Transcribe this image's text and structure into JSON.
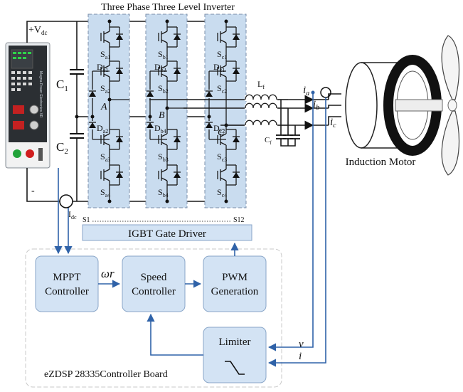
{
  "title": "Three Phase Three Level Inverter",
  "supply": {
    "plus_label": "+V",
    "plus_sub": "dc",
    "minus_label": "-",
    "panel_text": "Magna-Power Electronics XR"
  },
  "capacitors": [
    {
      "name": "C",
      "sub": "1"
    },
    {
      "name": "C",
      "sub": "2"
    }
  ],
  "current_sensor_dc": {
    "name": "I",
    "sub": "dc"
  },
  "legs": [
    {
      "phase": "A",
      "switches": [
        {
          "n": "S",
          "s": "a1"
        },
        {
          "n": "S",
          "s": "a2"
        },
        {
          "n": "S",
          "s": "a3"
        },
        {
          "n": "S",
          "s": "a4"
        }
      ],
      "diodes": [
        {
          "n": "D",
          "s": "a1"
        },
        {
          "n": "D",
          "s": "a2"
        }
      ]
    },
    {
      "phase": "B",
      "switches": [
        {
          "n": "S",
          "s": "b1"
        },
        {
          "n": "S",
          "s": "b2"
        },
        {
          "n": "S",
          "s": "b3"
        },
        {
          "n": "S",
          "s": "b4"
        }
      ],
      "diodes": [
        {
          "n": "D",
          "s": "b3"
        },
        {
          "n": "D",
          "s": "b4"
        }
      ]
    },
    {
      "phase": "C",
      "switches": [
        {
          "n": "S",
          "s": "c1"
        },
        {
          "n": "S",
          "s": "c2"
        },
        {
          "n": "S",
          "s": "c3"
        },
        {
          "n": "S",
          "s": "c4"
        }
      ],
      "diodes": [
        {
          "n": "D",
          "s": "c1"
        },
        {
          "n": "D",
          "s": "c2"
        }
      ]
    }
  ],
  "filter": {
    "inductor": {
      "n": "L",
      "s": "f"
    },
    "capacitor": {
      "n": "C",
      "s": "f"
    }
  },
  "phase_currents": [
    {
      "n": "i",
      "s": "a"
    },
    {
      "n": "i",
      "s": "b"
    },
    {
      "n": "i",
      "s": "c"
    }
  ],
  "motor_label": "Induction Motor",
  "gate_driver": {
    "label": "IGBT Gate Driver",
    "s_first": "S1",
    "s_last": "S12"
  },
  "controller_board": {
    "label": "eZDSP 28335Controller Board",
    "blocks": {
      "mppt": [
        "MPPT",
        "Controller"
      ],
      "speed": [
        "Speed",
        "Controller"
      ],
      "pwm": [
        "PWM",
        "Generation"
      ],
      "limiter": "Limiter"
    },
    "omega_label": "ωr",
    "v_label": "v",
    "i_label": "i"
  }
}
